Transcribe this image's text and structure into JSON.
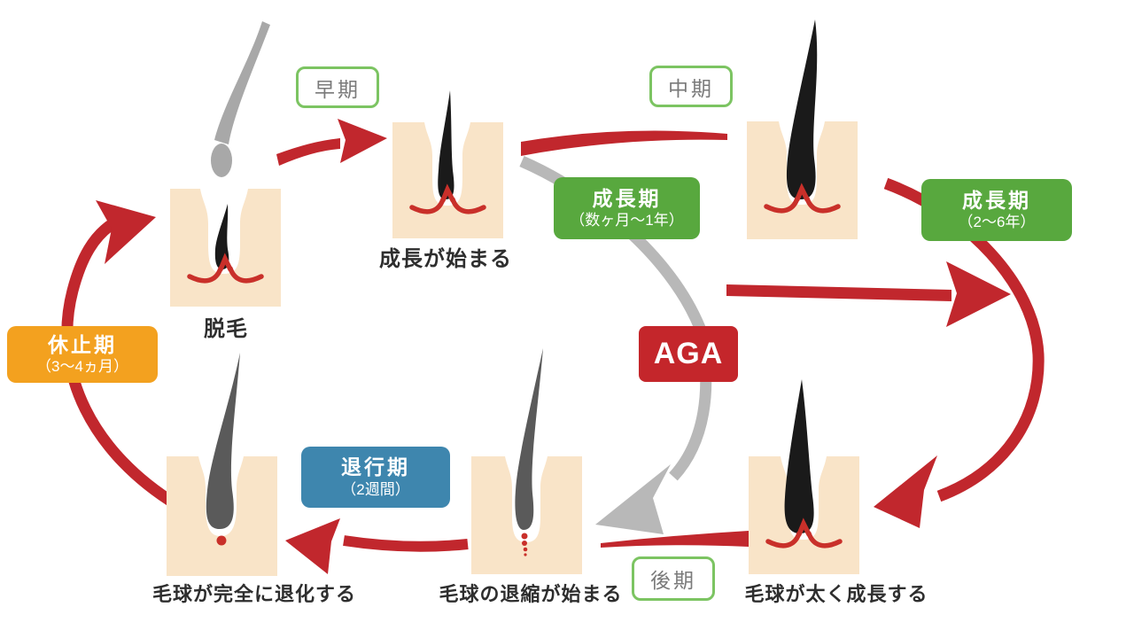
{
  "stage_tags": {
    "early": "早期",
    "middle": "中期",
    "late": "後期"
  },
  "phases": {
    "growth_early": {
      "name": "成長期",
      "duration": "（数ヶ月〜1年）"
    },
    "growth_main": {
      "name": "成長期",
      "duration": "（2〜6年）"
    },
    "rest": {
      "name": "休止期",
      "duration": "（3〜4ヵ月）"
    },
    "regression": {
      "name": "退行期",
      "duration": "（2週間）"
    },
    "aga": {
      "label": "AGA"
    }
  },
  "captions": {
    "growth_starts": "成長が始まる",
    "shedding": "脱毛",
    "bulb_fully_degenerates": "毛球が完全に退化する",
    "bulb_shrinking_starts": "毛球の退縮が始まる",
    "bulb_grows_thick": "毛球が太く成長する"
  },
  "colors": {
    "cycle_arrow_red": "#c1272d",
    "aga_arrow_gray": "#b8b8b8",
    "growth_green": "#58a83e",
    "stage_tag_border_green": "#7cc462",
    "stage_tag_text_gray": "#7a7a7a",
    "rest_orange": "#f3a11f",
    "regression_blue": "#3e86ae",
    "aga_red": "#c4262b",
    "skin_peach": "#f9e4c8",
    "hair_black": "#1a1a1a",
    "regressing_hair_gray": "#5a5a5a",
    "shed_hair_gray": "#a8a8a8",
    "papilla_red": "#c9302a"
  }
}
